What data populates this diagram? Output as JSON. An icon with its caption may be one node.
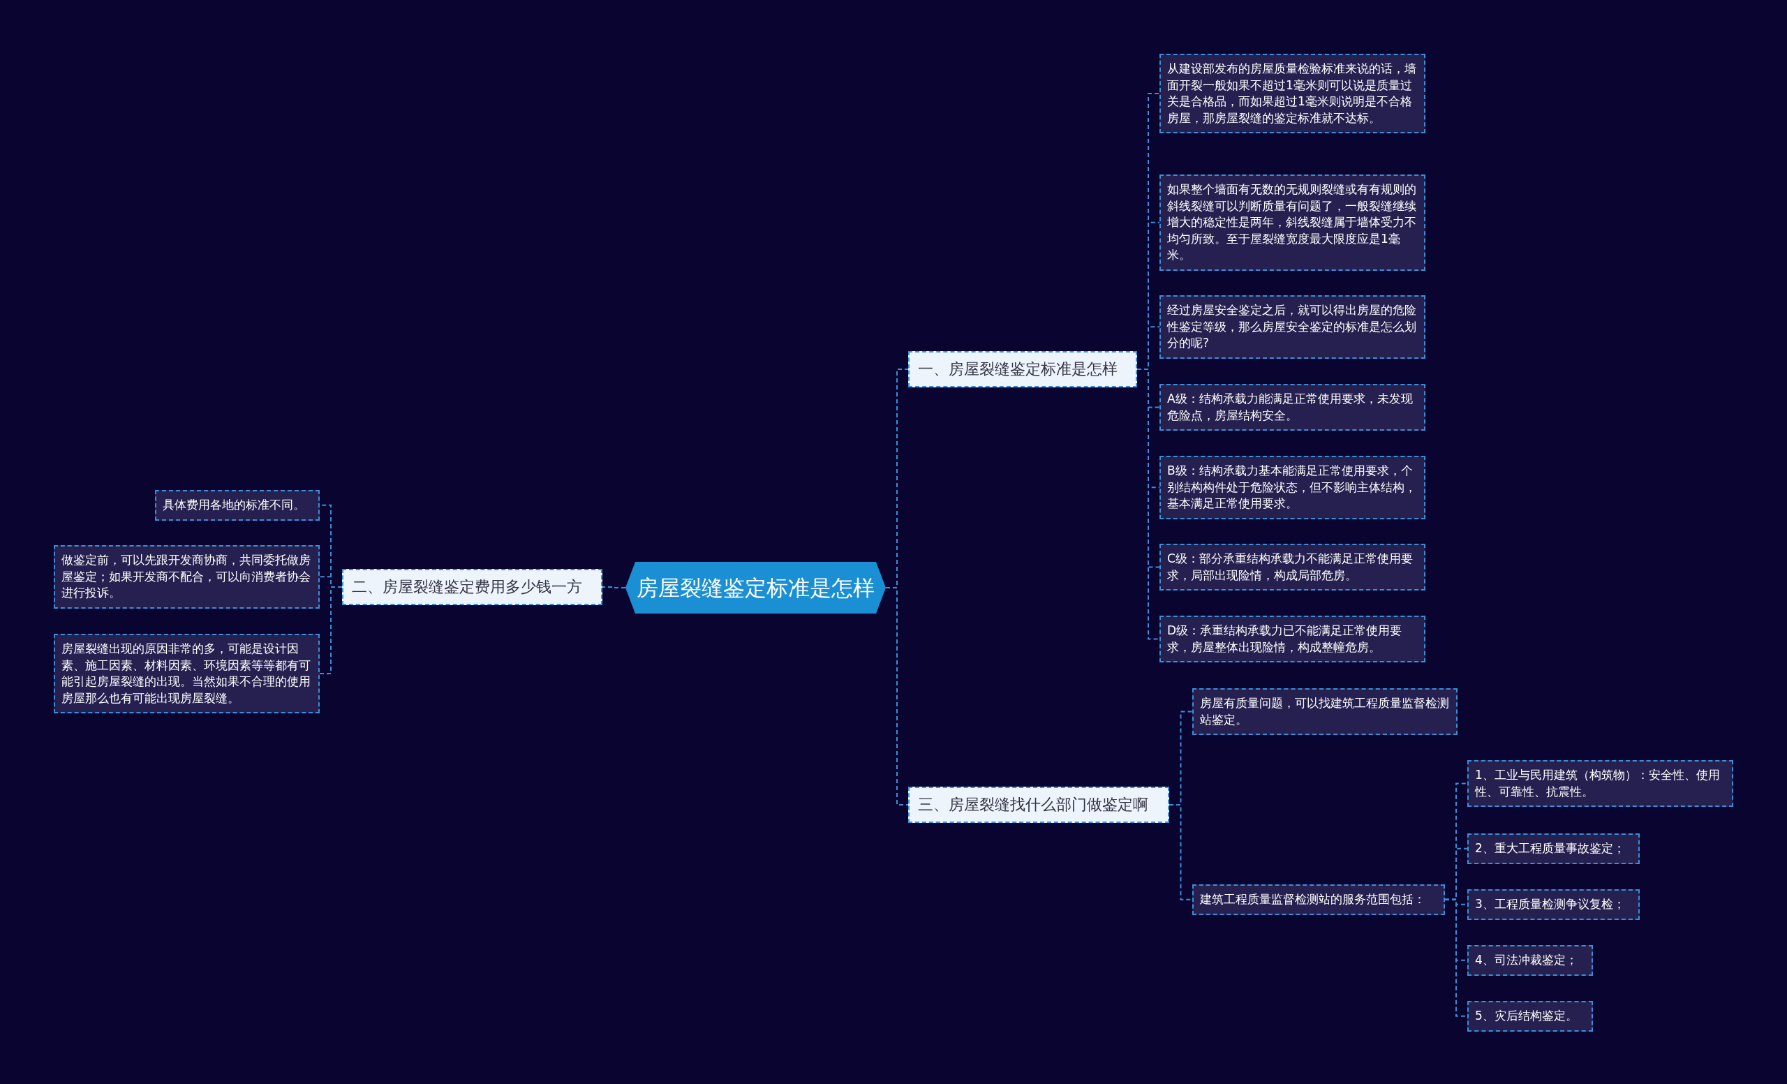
{
  "diagram": {
    "nodes": [
      {
        "text": [
          "房屋裂缝鉴定标准是怎样"
        ]
      },
      {
        "text": [
          "一、房屋裂缝鉴定标准是怎样"
        ]
      },
      {
        "text": [
          "从建设部发布的房屋质量检验标准来说的话，墙面开裂一般如果不超过1毫米则可以说是质量过关是合格品，而如果超过1毫米则说明是不合格房屋，那房屋裂缝的鉴定标准就不达标。"
        ]
      },
      {
        "text": [
          "如果整个墙面有无数的无规则裂缝或有有规则的斜线裂缝可以判断质量有问题了，一般裂缝继续增大的稳定性是两年，斜线裂缝属于墙体受力不均匀所致。至于屋裂缝宽度最大限度应是1毫米。"
        ]
      },
      {
        "text": [
          "经过房屋安全鉴定之后，就可以得出房屋的危险性鉴定等级，那么房屋安全鉴定的标准是怎么划分的呢?"
        ]
      },
      {
        "text": [
          "A级：结构承载力能满足正常使用要求，未发现危险点，房屋结构安全。"
        ]
      },
      {
        "text": [
          "B级：结构承载力基本能满足正常使用要求，个别结构构件处于危险状态，但不影响主体结构，基本满足正常使用要求。"
        ]
      },
      {
        "text": [
          "C级：部分承重结构承载力不能满足正常使用要求，局部出现险情，构成局部危房。"
        ]
      },
      {
        "text": [
          "D级：承重结构承载力已不能满足正常使用要求，房屋整体出现险情，构成整幢危房。"
        ]
      },
      {
        "text": [
          "二、房屋裂缝鉴定费用多少钱一方"
        ]
      },
      {
        "text": [
          "具体费用各地的标准不同。"
        ]
      },
      {
        "text": [
          "做鉴定前，可以先跟开发商协商，共同委托做房屋鉴定；如果开发商不配合，可以向消费者协会进行投诉。"
        ]
      },
      {
        "text": [
          "房屋裂缝出现的原因非常的多，可能是设计因素、施工因素、材料因素、环境因素等等都有可能引起房屋裂缝的出现。当然如果不合理的使用房屋那么也有可能出现房屋裂缝。"
        ]
      },
      {
        "text": [
          "三、房屋裂缝找什么部门做鉴定啊"
        ]
      },
      {
        "text": [
          "房屋有质量问题，可以找建筑工程质量监督检测站鉴定。"
        ]
      },
      {
        "text": [
          "建筑工程质量监督检测站的服务范围包括："
        ]
      },
      {
        "text": [
          "1、工业与民用建筑（构筑物）：安全性、使用性、可靠性、抗震性。"
        ]
      },
      {
        "text": [
          "2、重大工程质量事故鉴定；"
        ]
      },
      {
        "text": [
          "3、工程质量检测争议复检；"
        ]
      },
      {
        "text": [
          "4、司法冲裁鉴定；"
        ]
      },
      {
        "text": [
          "5、灾后结构鉴定。"
        ]
      }
    ],
    "edges": [
      {
        "from": 0,
        "to": 1,
        "arrow": "none",
        "style": "dashed"
      },
      {
        "from": 1,
        "to": 2,
        "arrow": "none",
        "style": "dashed"
      },
      {
        "from": 1,
        "to": 3,
        "arrow": "none",
        "style": "dashed"
      },
      {
        "from": 1,
        "to": 4,
        "arrow": "none",
        "style": "dashed"
      },
      {
        "from": 1,
        "to": 5,
        "arrow": "none",
        "style": "dashed"
      },
      {
        "from": 1,
        "to": 6,
        "arrow": "none",
        "style": "dashed"
      },
      {
        "from": 1,
        "to": 7,
        "arrow": "none",
        "style": "dashed"
      },
      {
        "from": 1,
        "to": 8,
        "arrow": "none",
        "style": "dashed"
      },
      {
        "from": 0,
        "to": 9,
        "arrow": "none",
        "style": "dashed"
      },
      {
        "from": 9,
        "to": 10,
        "arrow": "none",
        "style": "dashed"
      },
      {
        "from": 9,
        "to": 11,
        "arrow": "none",
        "style": "dashed"
      },
      {
        "from": 9,
        "to": 12,
        "arrow": "none",
        "style": "dashed"
      },
      {
        "from": 0,
        "to": 13,
        "arrow": "none",
        "style": "dashed"
      },
      {
        "from": 13,
        "to": 14,
        "arrow": "none",
        "style": "dashed"
      },
      {
        "from": 13,
        "to": 15,
        "arrow": "none",
        "style": "dashed"
      },
      {
        "from": 15,
        "to": 16,
        "arrow": "none",
        "style": "dashed"
      },
      {
        "from": 15,
        "to": 17,
        "arrow": "none",
        "style": "dashed"
      },
      {
        "from": 15,
        "to": 18,
        "arrow": "none",
        "style": "dashed"
      },
      {
        "from": 15,
        "to": 19,
        "arrow": "none",
        "style": "dashed"
      },
      {
        "from": 15,
        "to": 20,
        "arrow": "none",
        "style": "dashed"
      }
    ]
  }
}
